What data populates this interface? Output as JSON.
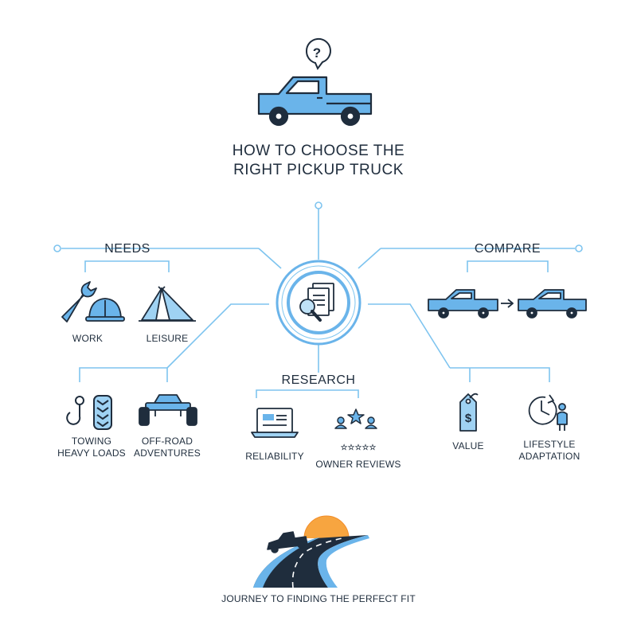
{
  "title": {
    "line1": "HOW TO CHOOSE THE",
    "line2": "RIGHT PICKUP TRUCK"
  },
  "sections": {
    "needs": "NEEDS",
    "compare": "COMPARE",
    "research": "RESEARCH"
  },
  "items": {
    "work": "WORK",
    "leisure": "LEISURE",
    "towing": [
      "TOWING",
      "HEAVY LOADS"
    ],
    "offroad": [
      "OFF-ROAD",
      "ADVENTURES"
    ],
    "reliability": "RELIABILITY",
    "owner_reviews": "OWNER REVIEWS",
    "value": "VALUE",
    "lifestyle": [
      "LIFESTYLE",
      "ADAPTATION"
    ]
  },
  "footer": "JOURNEY TO FINDING THE PERFECT FIT",
  "icons": {
    "hero": "pickup-truck-icon",
    "question": "question-bubble-icon",
    "center": "documents-magnifier-icon",
    "work": "wrench-hardhat-icon",
    "leisure": "tent-icon",
    "towing": "tow-hook-tire-icon",
    "offroad": "off-road-vehicle-icon",
    "reliability": "laptop-icon",
    "reviews": "rating-stars-icon",
    "compare": "truck-arrow-truck-icon",
    "value": "price-tag-icon",
    "lifestyle": "clock-person-icon",
    "footer": "road-sunset-icon"
  },
  "colors": {
    "ink": "#1f2d3d",
    "accent_blue": "#6ab4ea",
    "line_blue": "#7ec4ef",
    "sun_orange": "#f7a540"
  }
}
